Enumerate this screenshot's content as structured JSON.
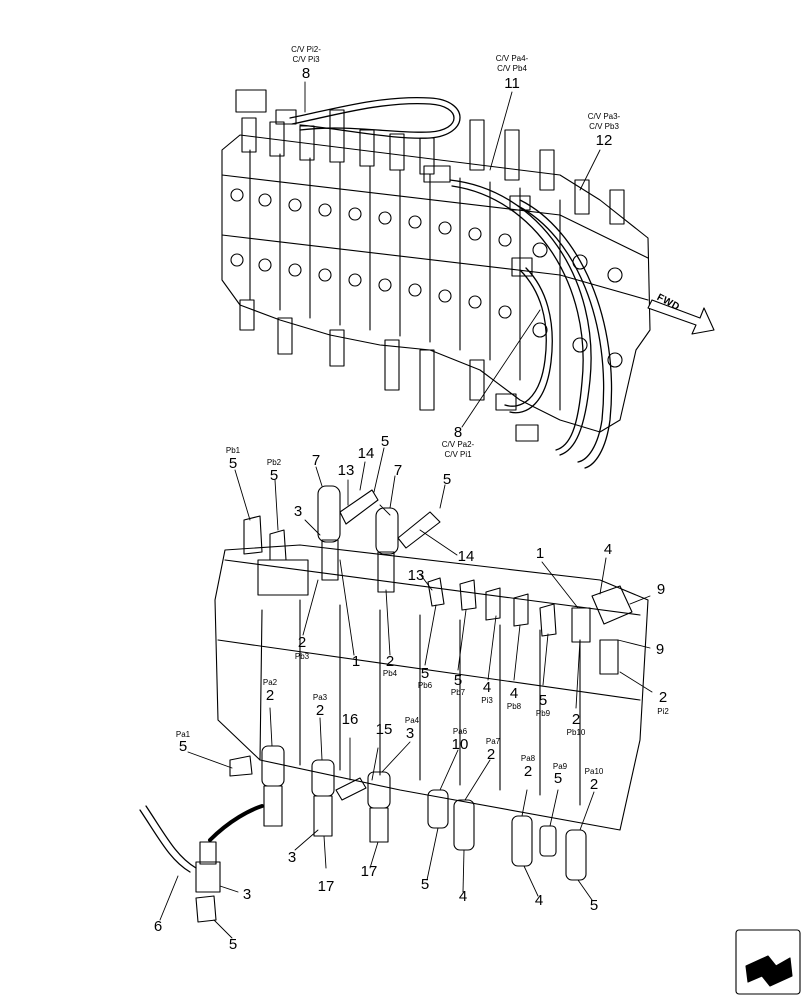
{
  "fwd_label": "FWD",
  "top_callouts": {
    "c8_line1": "C/V Pi2-",
    "c8_line2": "C/V Pi3",
    "c8_num": "8",
    "c11_line1": "C/V Pa4-",
    "c11_line2": "C/V Pb4",
    "c11_num": "11",
    "c12_line1": "C/V Pa3-",
    "c12_line2": "C/V Pb3",
    "c12_num": "12",
    "c8b_num": "8",
    "c8b_line1": "C/V Pa2-",
    "c8b_line2": "C/V Pi1"
  },
  "upper_fittings": {
    "pb1_tag": "Pb1",
    "pb1_num": "5",
    "pb2_tag": "Pb2",
    "pb2_num": "5",
    "n7a": "7",
    "n13a": "13",
    "n14a": "14",
    "n5a": "5",
    "n7b": "7",
    "n3a": "3",
    "n5b": "5",
    "n14b": "14",
    "n13b": "13",
    "n1a": "1",
    "n4a": "4",
    "n9a": "9",
    "n9b": "9",
    "n2_pb3": "2",
    "pb3_tag": "Pb3",
    "n1b": "1",
    "n2_pb4": "2",
    "pb4_tag": "Pb4",
    "n5_pb6": "5",
    "pb6_tag": "Pb6",
    "n5_pb7": "5",
    "pb7_tag": "Pb7",
    "n4_pi3": "4",
    "pi3_tag": "Pi3",
    "n4_pb8": "4",
    "pb8_tag": "Pb8",
    "n5_pb9": "5",
    "pb9_tag": "Pb9",
    "n2_pb10": "2",
    "pb10_tag": "Pb10",
    "n2_pi2": "2",
    "pi2_tag": "Pi2"
  },
  "lower_fittings": {
    "pa1_tag": "Pa1",
    "pa1_num": "5",
    "pa2_tag": "Pa2",
    "pa2_num": "2",
    "pa3_tag": "Pa3",
    "pa3_num": "2",
    "n16": "16",
    "n15": "15",
    "pa4_tag": "Pa4",
    "pa4_num": "3",
    "pa6_tag": "Pa6",
    "pa6_num": "10",
    "pa7_tag": "Pa7",
    "pa7_num": "2",
    "pa8_tag": "Pa8",
    "pa8_num": "2",
    "pa9_tag": "Pa9",
    "pa9_num": "5",
    "pa10_tag": "Pa10",
    "pa10_num": "2",
    "b3a": "3",
    "b3b": "3",
    "b6": "6",
    "b5a": "5",
    "b17a": "17",
    "b17b": "17",
    "b5b": "5",
    "b4a": "4",
    "b4b": "4",
    "b5c": "5"
  }
}
